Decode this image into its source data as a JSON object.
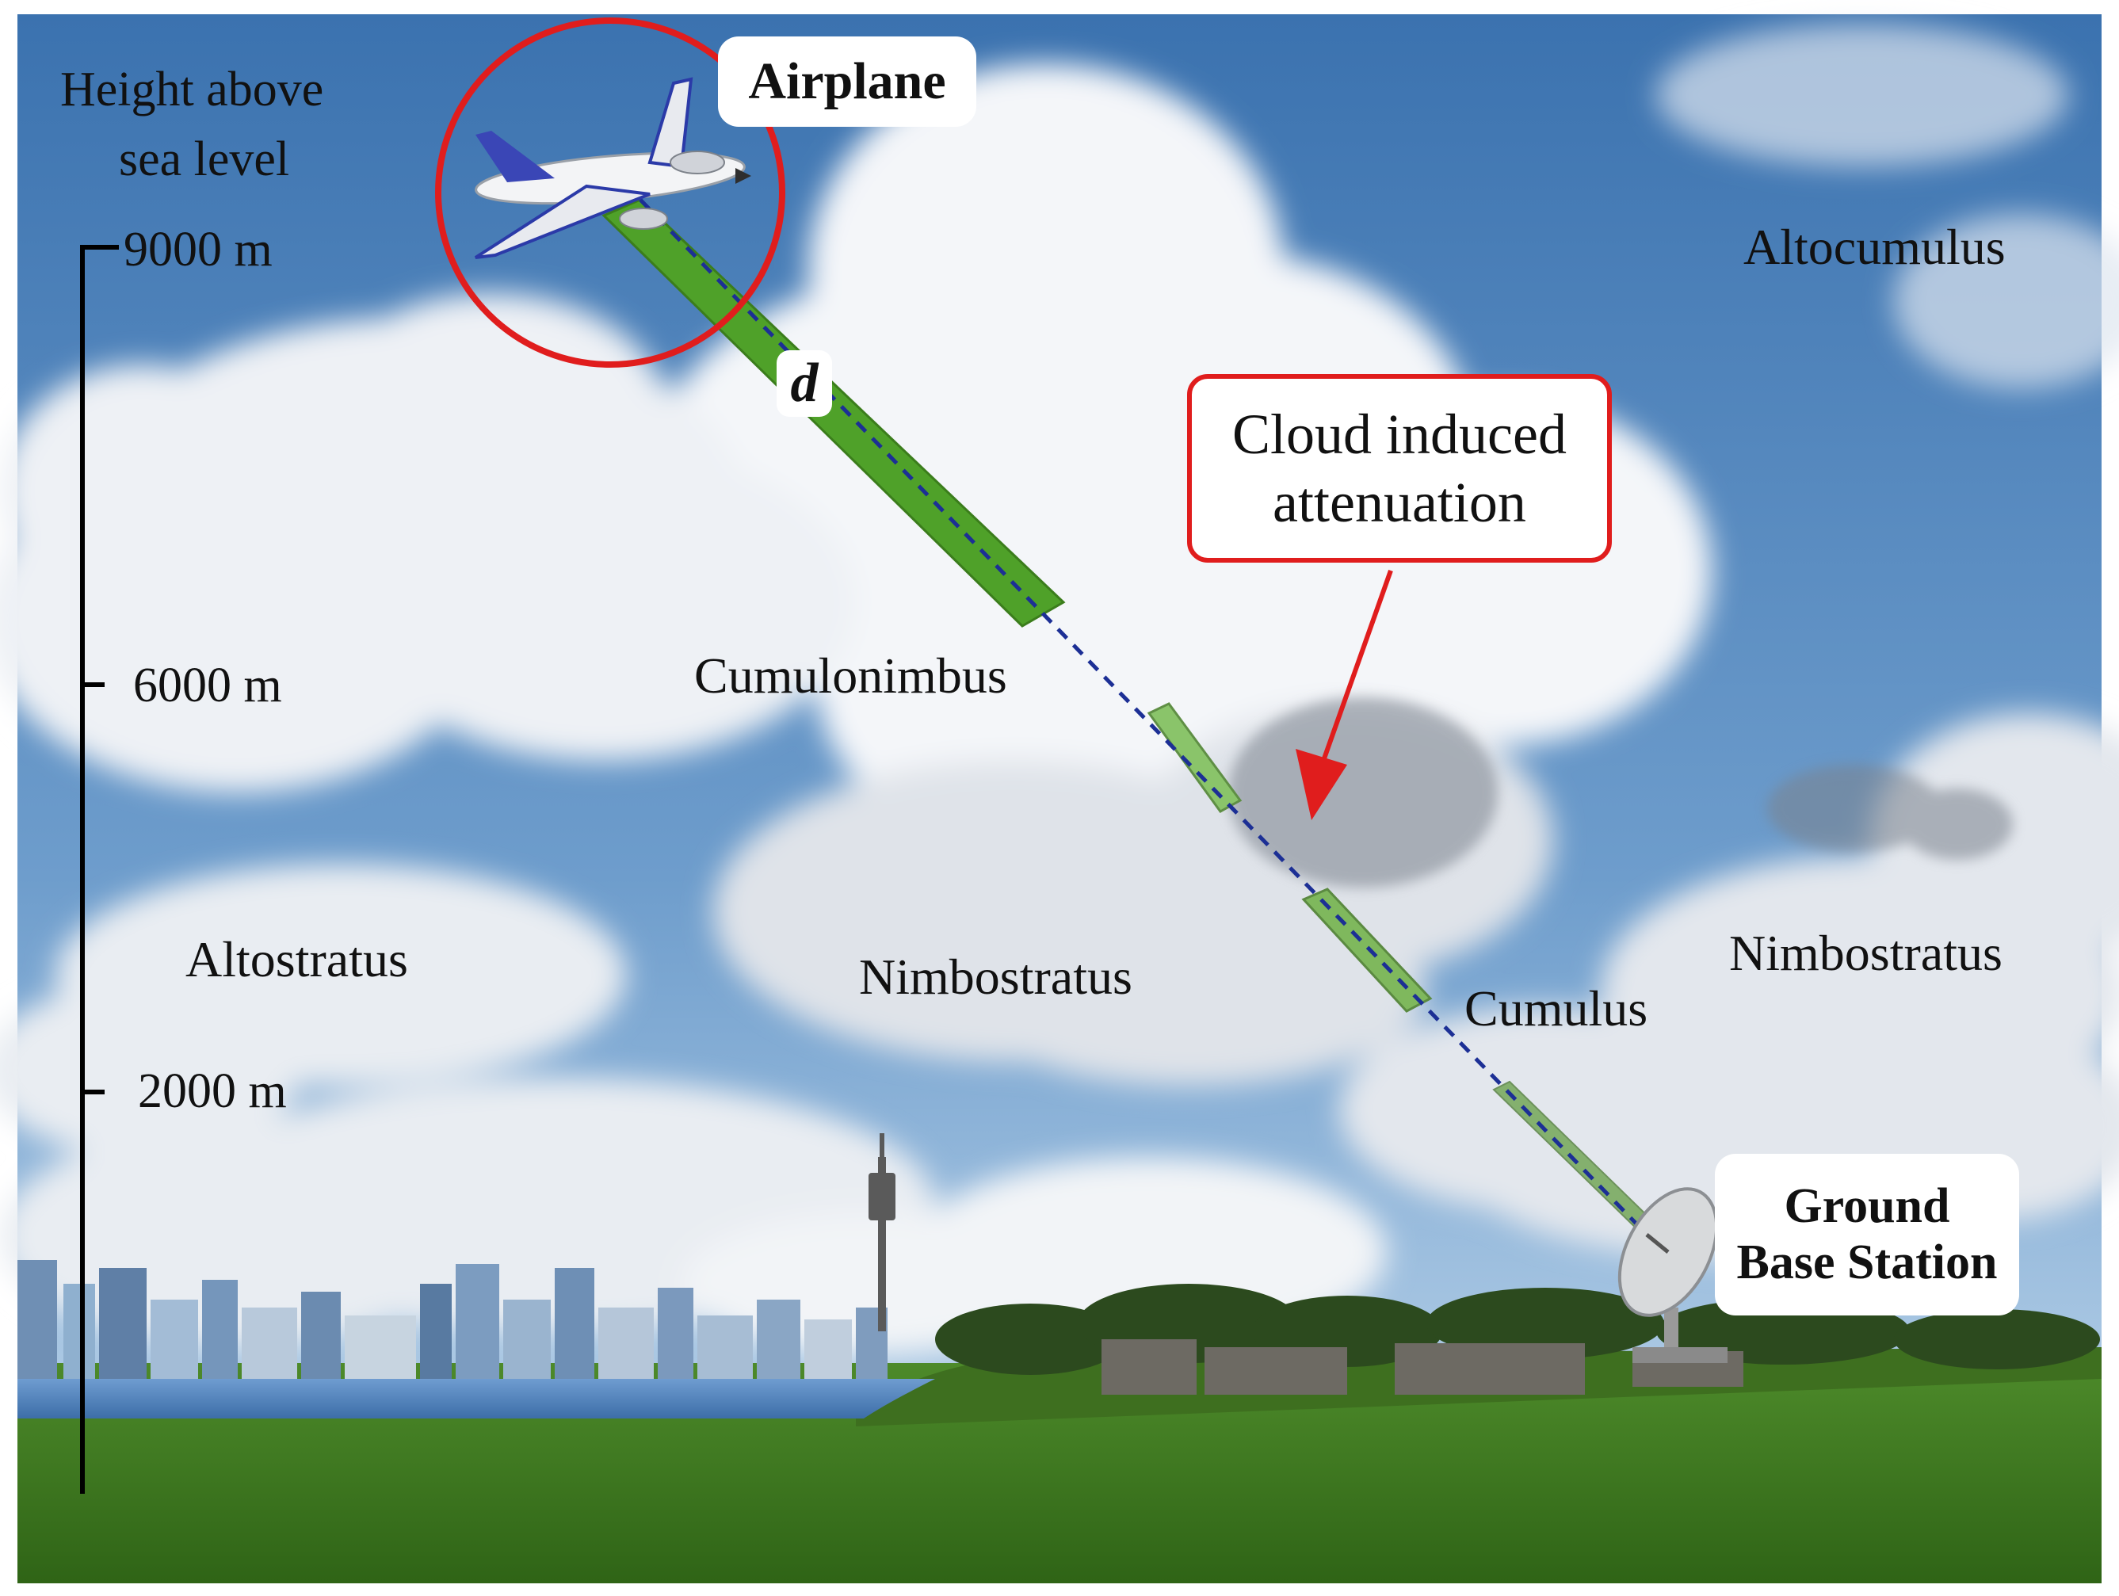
{
  "axis": {
    "title_line1": "Height above",
    "title_line2": "sea level",
    "ticks": [
      {
        "label": "9000 m"
      },
      {
        "label": "6000 m"
      },
      {
        "label": "2000 m"
      }
    ]
  },
  "labels": {
    "airplane": "Airplane",
    "ground_line1": "Ground",
    "ground_line2": "Base Station",
    "distance": "d",
    "callout_line1": "Cloud induced",
    "callout_line2": "attenuation"
  },
  "clouds": {
    "altocumulus": "Altocumulus",
    "cumulonimbus": "Cumulonimbus",
    "altostratus": "Altostratus",
    "nimbostratus_center": "Nimbostratus",
    "nimbostratus_right": "Nimbostratus",
    "cumulus": "Cumulus"
  },
  "colors": {
    "sky_top": "#3f78b4",
    "sky_bottom": "#a9c8e3",
    "grass": "#3f7a22",
    "beam": "#4fa129",
    "link_line": "#1c2f95",
    "highlight_red": "#e01d1d",
    "water": "#4a7fb8"
  },
  "icons": {
    "airplane": "airplane-icon",
    "dish": "satellite-dish-icon",
    "tower": "tower-icon"
  }
}
